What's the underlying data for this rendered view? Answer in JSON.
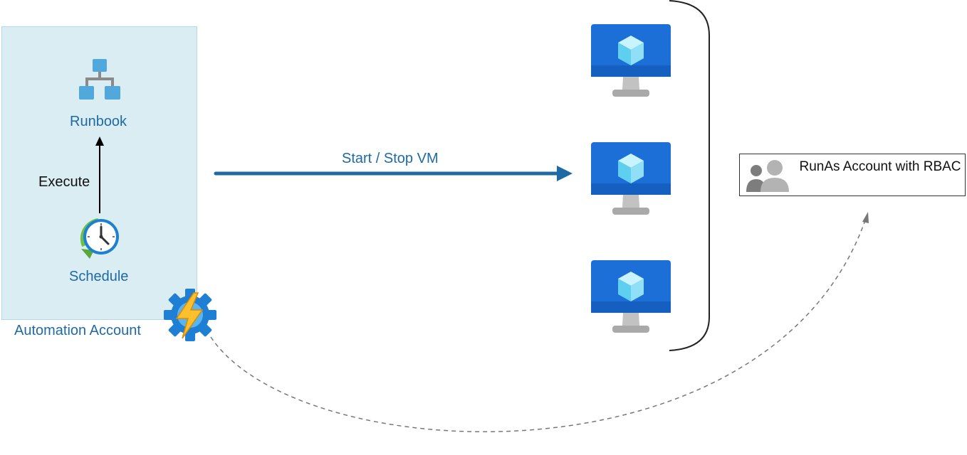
{
  "automation_account": {
    "label": "Automation Account",
    "runbook_label": "Runbook",
    "execute_label": "Execute",
    "schedule_label": "Schedule"
  },
  "action": {
    "label": "Start / Stop VM"
  },
  "vms": [
    {
      "icon": "virtual-machine-icon"
    },
    {
      "icon": "virtual-machine-icon"
    },
    {
      "icon": "virtual-machine-icon"
    }
  ],
  "runas": {
    "label": "RunAs Account with RBAC",
    "icon": "users-icon"
  },
  "icons": {
    "runbook": "hierarchy-icon",
    "schedule": "clock-icon",
    "automation": "gear-lightning-icon"
  },
  "colors": {
    "panel_bg": "#daedf3",
    "label_blue": "#1f6aa5",
    "arrow_blue": "#1f6aa5",
    "vm_blue": "#1d6fd8",
    "vm_cube": "#7fdcf5",
    "vm_stand": "#a9a9a9"
  }
}
